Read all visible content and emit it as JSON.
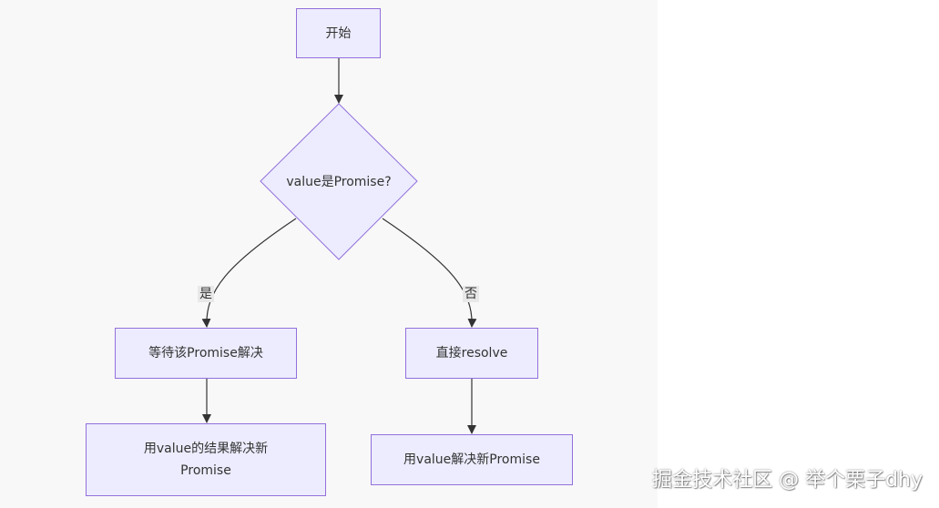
{
  "diagram": {
    "type": "flowchart",
    "colors": {
      "node_fill": "#ececfe",
      "node_border": "#9370db",
      "edge": "#333333",
      "canvas": "#f8f8f8",
      "edge_label_bg": "#e8e8e8"
    },
    "nodes": {
      "start": "开始",
      "decision": "value是Promise?",
      "wait": "等待该Promise解决",
      "resolve_direct": "直接resolve",
      "resolve_with_result": "用value的结果解决新Promise",
      "resolve_value": "用value解决新Promise"
    },
    "edges": [
      {
        "from": "start",
        "to": "decision",
        "label": ""
      },
      {
        "from": "decision",
        "to": "wait",
        "label": "是"
      },
      {
        "from": "decision",
        "to": "resolve_direct",
        "label": "否"
      },
      {
        "from": "wait",
        "to": "resolve_with_result",
        "label": ""
      },
      {
        "from": "resolve_direct",
        "to": "resolve_value",
        "label": ""
      }
    ]
  },
  "watermark": "掘金技术社区 @ 举个栗子dhy"
}
